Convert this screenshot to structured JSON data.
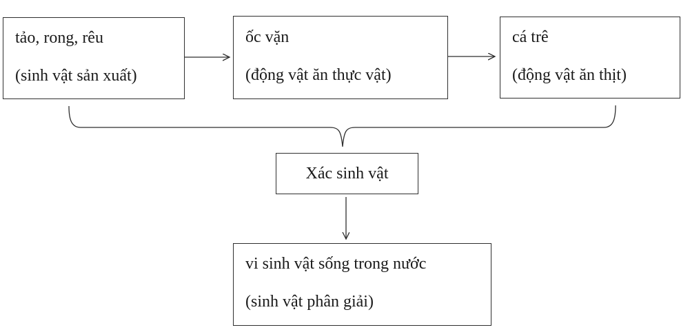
{
  "diagram": {
    "title": "food-chain-and-decomposition-diagram",
    "language": "vi",
    "colors": {
      "background": "#ffffff",
      "line": "#2e2e2e",
      "text": "#1a1a1a"
    },
    "nodes": {
      "producer": {
        "name": "tảo, rong, rêu",
        "role": "(sinh vật sản xuất)"
      },
      "herbivore": {
        "name": "ốc vặn",
        "role": "(động vật ăn thực vật)"
      },
      "carnivore": {
        "name": "cá trê",
        "role": "(động vật ăn thịt)"
      },
      "dead": {
        "name": "Xác sinh vật"
      },
      "decomposer": {
        "name": "vi sinh vật sống trong nước",
        "role": "(sinh vật phân giải)"
      }
    },
    "connections": [
      {
        "from": "tảo, rong, rêu",
        "to": "ốc vặn",
        "type": "arrow"
      },
      {
        "from": "ốc vặn",
        "to": "cá trê",
        "type": "arrow"
      },
      {
        "from": "tảo, rong, rêu; ốc vặn; cá trê",
        "to": "Xác sinh vật",
        "type": "brace"
      },
      {
        "from": "Xác sinh vật",
        "to": "vi sinh vật sống trong nước",
        "type": "arrow"
      }
    ]
  }
}
